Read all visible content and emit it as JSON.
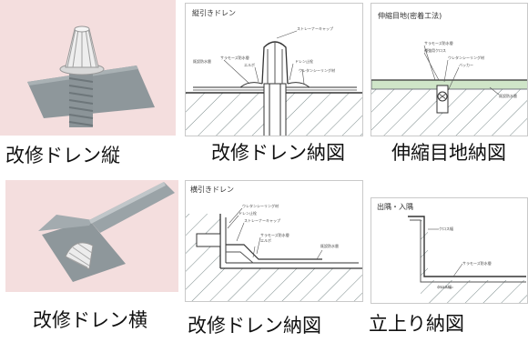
{
  "captions": {
    "vertical_drain": "改修ドレン縦",
    "drain_detail_1": "改修ドレン納図",
    "expansion_joint": "伸縮目地納図",
    "horizontal_drain": "改修ドレン横",
    "drain_detail_2": "改修ドレン納図",
    "upstand": "立上り納図"
  },
  "drawings": {
    "vertical_drain": {
      "title": "縦引きドレン",
      "labels": [
        "ストレーナーキャップ",
        "サラモーズ防水層",
        "既設防水層",
        "エルボ",
        "ドレン止栓",
        "ウレタンシーリング材"
      ]
    },
    "expansion_joint": {
      "title": "伸縮目地(密着工法)",
      "labels": [
        "サラモーズ防水層",
        "補強用クロス",
        "ウレタンシーリング材",
        "バッカー",
        "既設防水層"
      ]
    },
    "horizontal_drain": {
      "title": "横引きドレン",
      "labels": [
        "ウレタンシーリング材",
        "ドレン止栓",
        "ストレーナーキャップ",
        "サラモーズ防水層",
        "エルボ",
        "既設防水層"
      ]
    },
    "upstand": {
      "title": "出隅・入隅",
      "labels": [
        "クロス幅",
        "サラモーズ防水層",
        "クロス幅"
      ]
    }
  },
  "colors": {
    "photo_background": "#f4dede",
    "concrete_hatch": "#7a8a8a",
    "membrane_green": "#cfe5c8"
  }
}
